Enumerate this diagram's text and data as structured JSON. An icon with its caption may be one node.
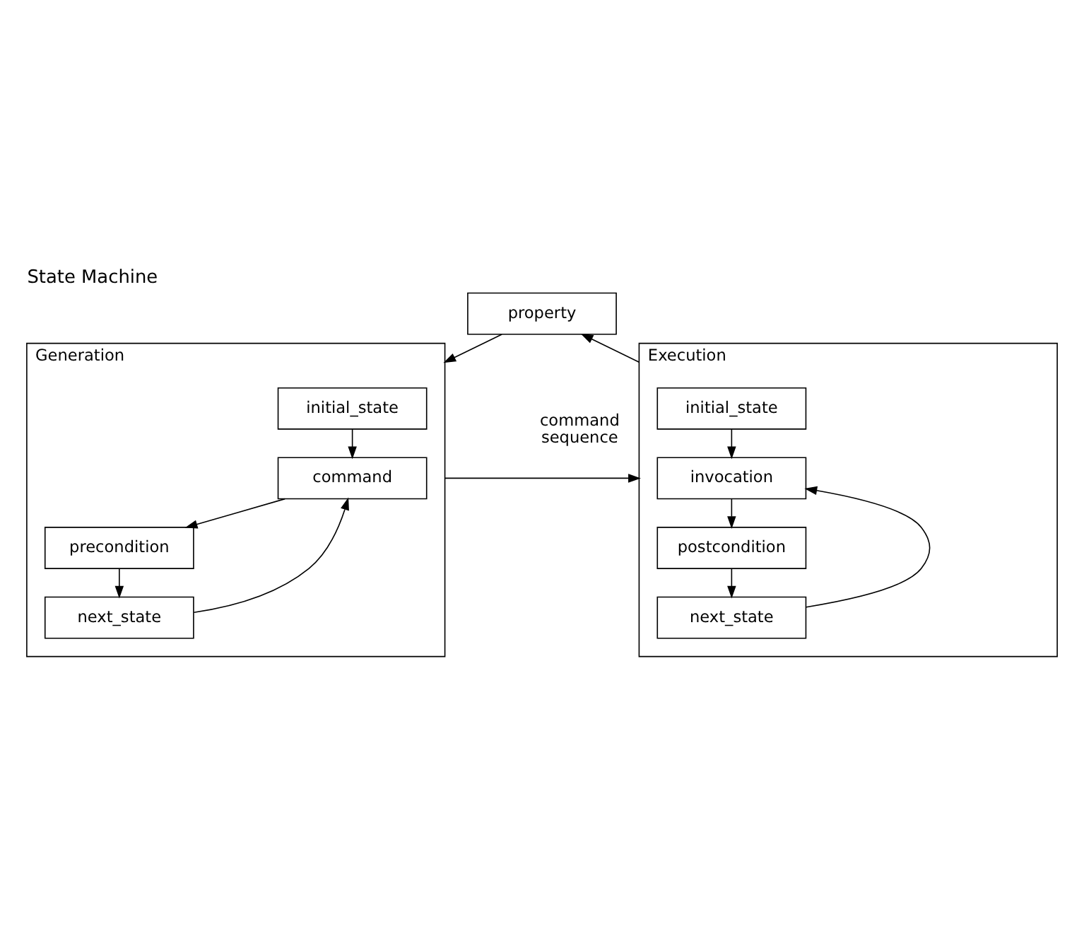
{
  "diagram": {
    "title": "State Machine",
    "nodes": [
      {
        "text": [
          "property"
        ]
      },
      {
        "text": [
          "Generation"
        ]
      },
      {
        "text": [
          "initial_state"
        ],
        "in": 1
      },
      {
        "text": [
          "command"
        ],
        "in": 1
      },
      {
        "text": [
          "precondition"
        ],
        "in": 1
      },
      {
        "text": [
          "next_state"
        ],
        "in": 1
      },
      {
        "text": [
          "Execution"
        ]
      },
      {
        "text": [
          "initial_state"
        ],
        "in": 6
      },
      {
        "text": [
          "invocation"
        ],
        "in": 6
      },
      {
        "text": [
          "postcondition"
        ],
        "in": 6
      },
      {
        "text": [
          "next_state"
        ],
        "in": 6
      }
    ],
    "edges": [
      {
        "from": 0,
        "to": 1,
        "arrow": "to"
      },
      {
        "from": 2,
        "to": 3,
        "arrow": "to"
      },
      {
        "from": 3,
        "to": 4,
        "arrow": "to"
      },
      {
        "from": 4,
        "to": 5,
        "arrow": "to"
      },
      {
        "from": 5,
        "to": 3,
        "arrow": "to"
      },
      {
        "from": 1,
        "to": 6,
        "arrow": "to",
        "label": "command sequence"
      },
      {
        "from": 6,
        "to": 0,
        "arrow": "to"
      },
      {
        "from": 7,
        "to": 8,
        "arrow": "to"
      },
      {
        "from": 8,
        "to": 9,
        "arrow": "to"
      },
      {
        "from": 9,
        "to": 10,
        "arrow": "to"
      },
      {
        "from": 10,
        "to": 8,
        "arrow": "to"
      }
    ]
  }
}
